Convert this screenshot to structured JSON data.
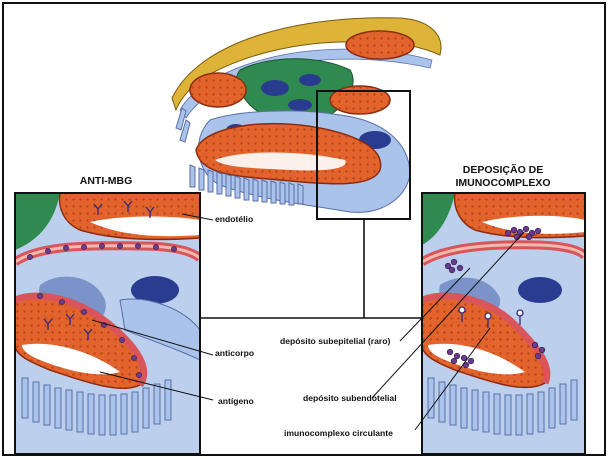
{
  "panels": {
    "left_title": "ANTI-MBG",
    "right_title_line1": "DEPOSIÇÃO DE",
    "right_title_line2": "IMUNOCOMPLEXO"
  },
  "labels": {
    "endotelio": "endotélio",
    "anticorpo": "anticorpo",
    "antigeno": "antígeno",
    "deposito_subepitelial": "depósito subepitelial (raro)",
    "deposito_subendotelial": "depósito subendotelial",
    "imunocomplexo_circulante": "imunocomplexo circulante"
  },
  "colors": {
    "capillary_orange": "#e2642c",
    "capillary_light": "#f19a63",
    "gbm_red": "#d9555a",
    "basement_pink": "#efb9b0",
    "podocyte_blue": "#a9c3ea",
    "podocyte_dark": "#7b93c9",
    "nucleus_navy": "#2a3c8f",
    "mesangium_green": "#2f8a4f",
    "capsule_yellow": "#ddb437",
    "complex_purple": "#6a3c8e"
  }
}
